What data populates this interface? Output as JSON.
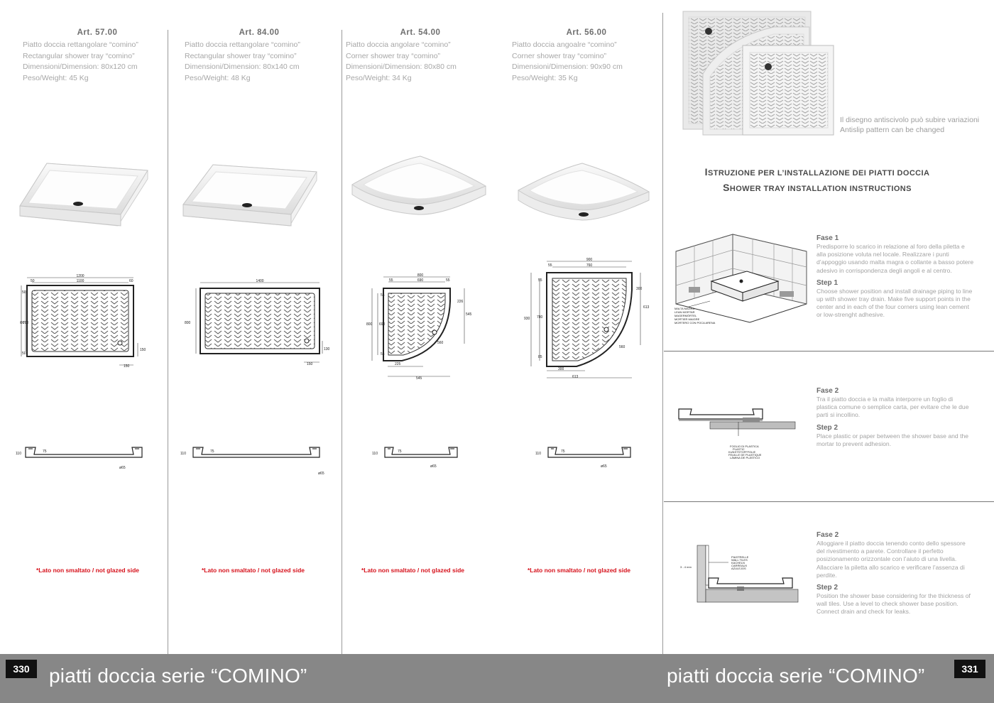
{
  "products": [
    {
      "art": "Art. 57.00",
      "name_it": "Piatto doccia rettangolare “comino”",
      "name_en": "Rectangular shower tray “comino”",
      "dim_label": "Dimensioni/Dimension: ",
      "dim_value": "80x120 cm",
      "weight_label": "Peso/Weight: ",
      "weight_value": "45 Kg",
      "note": "*Lato non smaltato / not glazed side",
      "dims": [
        "1200",
        "1100",
        "50",
        "60",
        "800",
        "700",
        "50",
        "50",
        "150",
        "150",
        "110",
        "75",
        "ø65"
      ]
    },
    {
      "art": "Art. 84.00",
      "name_it": "Piatto doccia rettangolare “comino”",
      "name_en": "Rectangular shower tray “comino”",
      "dim_label": "Dimensioni/Dimension: ",
      "dim_value": "80x140 cm",
      "weight_label": "Peso/Weight: ",
      "weight_value": "48 Kg",
      "note": "*Lato non smaltato / not glazed side",
      "dims": [
        "1400",
        "800",
        "130",
        "150",
        "110",
        "75",
        "ø65"
      ]
    },
    {
      "art": "Art. 54.00",
      "name_it": "Piatto doccia angolare “comino”",
      "name_en": "Corner shower tray “comino”",
      "dim_label": "Dimensioni/Dimension: ",
      "dim_value": "80x80 cm",
      "weight_label": "Peso/Weight: ",
      "weight_value": "34 Kg",
      "note": "*Lato non smaltato / not glazed side",
      "dims": [
        "800",
        "690",
        "55",
        "55",
        "55",
        "226",
        "545",
        "800",
        "690",
        "560",
        "55",
        "225",
        "545",
        "110",
        "75",
        "ø65"
      ]
    },
    {
      "art": "Art. 56.00",
      "name_it": "Piatto doccia angoalre “comino”",
      "name_en": "Corner shower tray “comino”",
      "dim_label": "Dimensioni/Dimension: ",
      "dim_value": "90x90 cm",
      "weight_label": "Peso/Weight: ",
      "weight_value": "35 Kg",
      "note": "*Lato non smaltato / not glazed side",
      "dims": [
        "900",
        "760",
        "55",
        "55",
        "300",
        "613",
        "930",
        "780",
        "560",
        "85",
        "300",
        "613",
        "110",
        "75",
        "ø65"
      ]
    }
  ],
  "right": {
    "photo_caption_it": "Il disegno antiscivolo può subire variazioni",
    "photo_caption_en": "Antislip pattern can be changed",
    "heading_it_first": "I",
    "heading_it_rest": "STRUZIONE PER L’INSTALLAZIONE DEI PIATTI DOCCIA",
    "heading_en_first": "S",
    "heading_en_rest": "HOWER TRAY INSTALLATION INSTRUCTIONS",
    "steps": [
      {
        "title_it": "Fase 1",
        "text_it": "Predisporre lo scarico in relazione al foro della piletta e alla posizione voluta nel locale. Realizzare i punti d’appoggio usando malta magra o collante a basso potere adesivo in corrispondenza degli angoli e al centro.",
        "title_en": "Step 1",
        "text_en": "Choose shower position and install drainage piping to line up with shower tray drain. Make five support points in the center and in each of the four corners using lean cement or low-strenght adhesive.",
        "labels": [
          "MALTA MAGRA",
          "LEAN MORTAR",
          "MAGERMÖRTEL",
          "MORTIER MAIGRE",
          "MORTERO CON POCA ARENA"
        ]
      },
      {
        "title_it": "Fase 2",
        "text_it": "Tra il piatto doccia e la malta interporre un foglio di plastica comune o semplice carta, per evitare che le due parti si incollino.",
        "title_en": "Step 2",
        "text_en": "Place plastic or paper between the shower base and the mortar to prevent adhesion.",
        "labels": [
          "FOGLIO DI PLASTICA",
          "PLASTIC",
          "KUNSTSTOFFFOLIE",
          "FEUILLE DE PLASTIQUE",
          "LÁMINA DE PLÁSTICO"
        ]
      },
      {
        "title_it": "Fase 2",
        "text_it": "Alloggiare il  piatto doccia tenendo conto dello spessore del rivestimento a parete. Controllare il perfetto posizionamento orizzontale con l’aiuto di una livella. Allacciare la piletta allo scarico e verificare l’assenza di perdite.",
        "title_en": "Step 2",
        "text_en": "Position the shower base considering for the thickness of wall tiles. Use a level to check shower base position. Connect drain and check for leaks.",
        "labels": [
          "PIASTRELLE",
          "WALL TILES",
          "KACHELN",
          "CARREAUX",
          "AZULEJOS",
          "3 - 4 mm"
        ]
      }
    ]
  },
  "footer": {
    "page_left": "330",
    "page_right": "331",
    "title_left": "piatti doccia  serie “COMINO”",
    "title_right": "piatti doccia  serie “COMINO”"
  }
}
